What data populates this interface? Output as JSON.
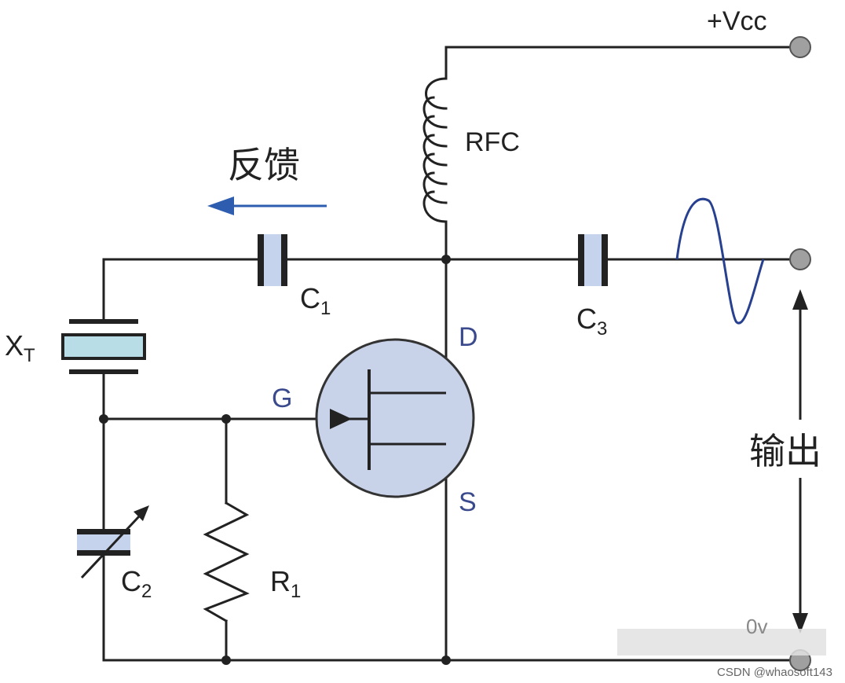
{
  "labels": {
    "vcc": "+Vcc",
    "rfc": "RFC",
    "feedback": "反馈",
    "c1": "C",
    "c1_sub": "1",
    "c3": "C",
    "c3_sub": "3",
    "xt": "X",
    "xt_sub": "T",
    "d": "D",
    "g": "G",
    "s": "S",
    "c2": "C",
    "c2_sub": "2",
    "r1": "R",
    "r1_sub": "1",
    "output": "输出",
    "zero_v": "0v"
  },
  "watermark": "CSDN @whaosoft143",
  "colors": {
    "wire": "#222222",
    "terminal": "#a0a0a0",
    "fet_body": "#c8d3ea",
    "cap_fill": "#c5d4ec",
    "crystal_fill": "#b9dde6",
    "arrow_blue": "#2e5db0",
    "sine": "#27408f",
    "pin_label": "#3a4a8c"
  }
}
